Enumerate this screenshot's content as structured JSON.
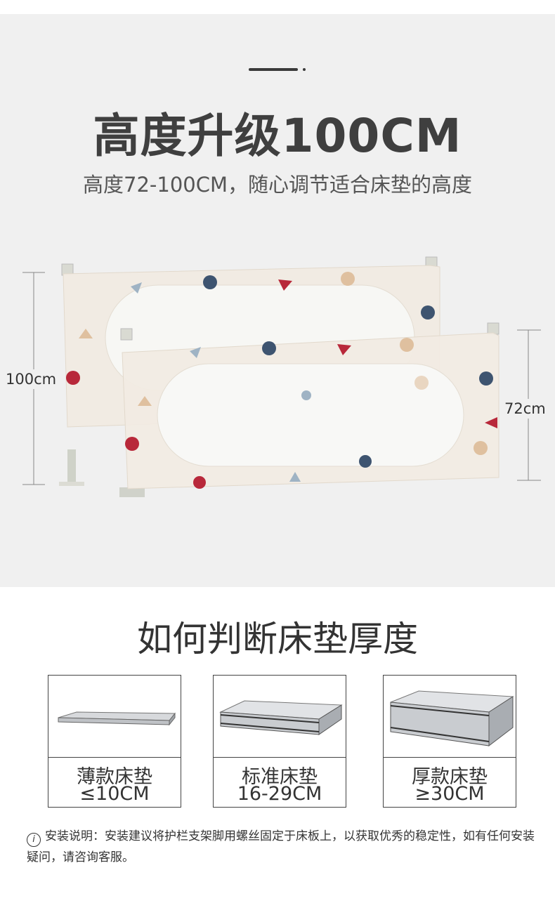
{
  "hero": {
    "title": "高度升级100CM",
    "subtitle": "高度72-100CM，随心调节适合床垫的高度",
    "label_tall": "100cm",
    "label_short": "72cm"
  },
  "mattress_section": {
    "title": "如何判断床垫厚度",
    "cards": [
      {
        "name": "薄款床垫",
        "spec": "≤10CM",
        "icon": "thin-mattress"
      },
      {
        "name": "标准床垫",
        "spec": "16-29CM",
        "icon": "standard-mattress"
      },
      {
        "name": "厚款床垫",
        "spec": "≥30CM",
        "icon": "thick-mattress"
      }
    ]
  },
  "note": {
    "icon": "info-icon",
    "text": "安装说明：安装建议将护栏支架脚用螺丝固定于床板上，以获取优秀的稳定性，如有任何安装疑问，请咨询客服。"
  },
  "colors": {
    "panel_bg": "#f0f0f0",
    "fabric": "#f1ebe3",
    "navy_dot": "#3e5470",
    "red_dot": "#b8283a",
    "tan_dot": "#dfc09f",
    "blue_triangle": "#9fb3c4"
  }
}
